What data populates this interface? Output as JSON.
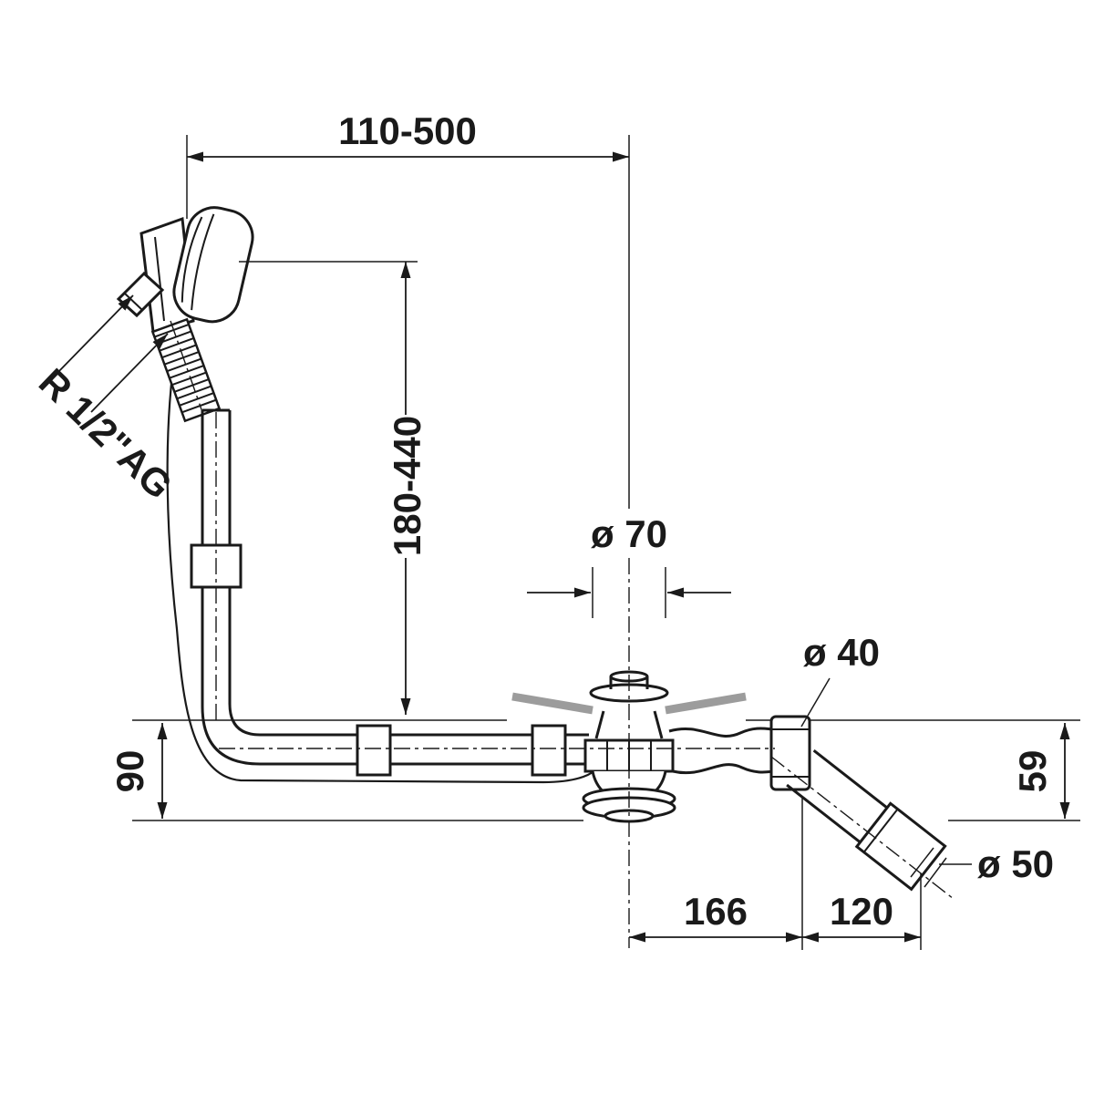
{
  "dims": {
    "span": "110-500",
    "height": "180-440",
    "drain_diameter": "ø 70",
    "nut_diameter": "ø 40",
    "left_height": "90",
    "right_height": "59",
    "outlet_diameter": "ø 50",
    "length_center": "166",
    "length_outlet": "120",
    "thread": "R 1/2\"AG"
  },
  "colors": {
    "line": "#1a1a1a",
    "tub_section": "#9c9c9c",
    "background": "#ffffff"
  }
}
